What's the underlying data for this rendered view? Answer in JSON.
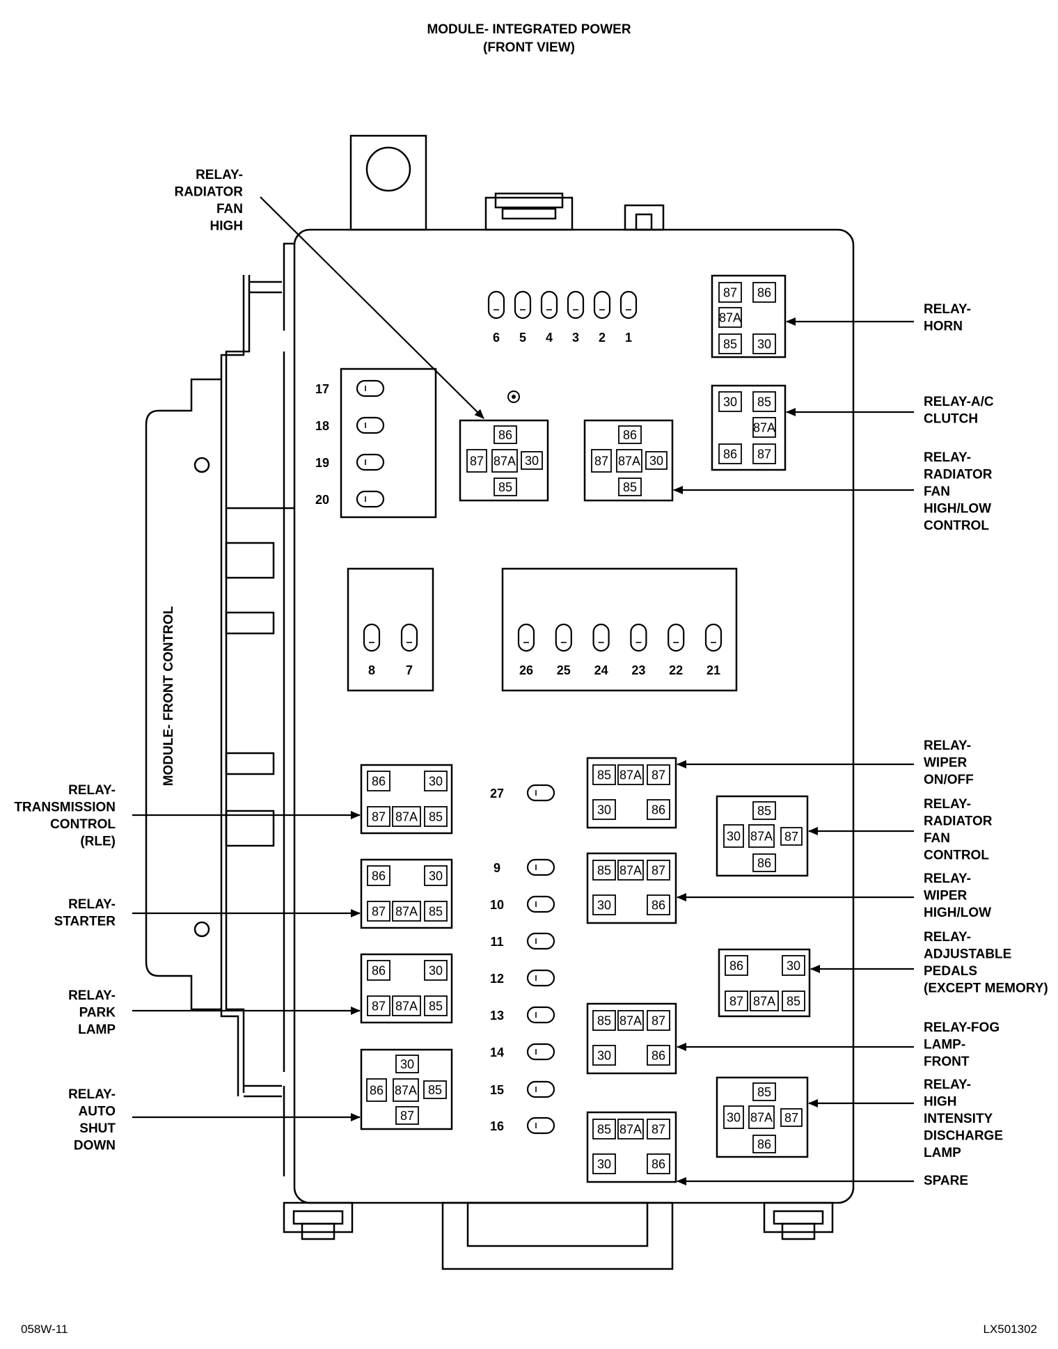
{
  "title": {
    "line1": "MODULE- INTEGRATED POWER",
    "line2": "(FRONT VIEW)"
  },
  "side_module_label": "MODULE- FRONT CONTROL",
  "footer": {
    "left": "058W-11",
    "right": "LX501302"
  },
  "fuse_numbers": {
    "top_row": [
      "6",
      "5",
      "4",
      "3",
      "2",
      "1"
    ],
    "left_column": [
      "17",
      "18",
      "19",
      "20"
    ],
    "pair": [
      "8",
      "7"
    ],
    "mid_row": [
      "26",
      "25",
      "24",
      "23",
      "22",
      "21"
    ],
    "center_column": [
      "27",
      "9",
      "10",
      "11",
      "12",
      "13",
      "14",
      "15",
      "16"
    ]
  },
  "relay_labels": {
    "radiator_fan_high": [
      "RELAY-",
      "RADIATOR",
      "FAN",
      "HIGH"
    ],
    "horn": [
      "RELAY-",
      "HORN"
    ],
    "ac_clutch": [
      "RELAY-A/C",
      "CLUTCH"
    ],
    "radiator_fan_high_low": [
      "RELAY-",
      "RADIATOR",
      "FAN",
      "HIGH/LOW",
      "CONTROL"
    ],
    "wiper_on_off": [
      "RELAY-",
      "WIPER",
      "ON/OFF"
    ],
    "radiator_fan_control": [
      "RELAY-",
      "RADIATOR",
      "FAN",
      "CONTROL"
    ],
    "wiper_high_low": [
      "RELAY-",
      "WIPER",
      "HIGH/LOW"
    ],
    "adjustable_pedals": [
      "RELAY-",
      "ADJUSTABLE",
      "PEDALS",
      "(EXCEPT MEMORY)"
    ],
    "fog_lamp_front": [
      "RELAY-FOG",
      "LAMP-",
      "FRONT"
    ],
    "high_intensity_discharge": [
      "RELAY-",
      "HIGH",
      "INTENSITY",
      "DISCHARGE",
      "LAMP"
    ],
    "spare": [
      "SPARE"
    ],
    "transmission_control": [
      "RELAY-",
      "TRANSMISSION",
      "CONTROL",
      "(RLE)"
    ],
    "starter": [
      "RELAY-",
      "STARTER"
    ],
    "park_lamp": [
      "RELAY-",
      "PARK",
      "LAMP"
    ],
    "auto_shut_down": [
      "RELAY-",
      "AUTO",
      "SHUT",
      "DOWN"
    ]
  },
  "relay_pins": {
    "horn": [
      "87",
      "86",
      "87A",
      "85",
      "30"
    ],
    "ac_clutch": [
      "30",
      "85",
      "87A",
      "86",
      "87"
    ],
    "rad_fan_high": [
      "86",
      "87",
      "87A",
      "30",
      "85"
    ],
    "rad_fan_high_low": [
      "86",
      "87",
      "87A",
      "30",
      "85"
    ],
    "wiper_on_off": [
      "85",
      "87A",
      "87",
      "30",
      "86"
    ],
    "rad_fan_control": [
      "85",
      "30",
      "87A",
      "87",
      "86"
    ],
    "wiper_high_low": [
      "85",
      "87A",
      "87",
      "30",
      "86"
    ],
    "adjustable_pedals": [
      "86",
      "30",
      "87",
      "87A",
      "85"
    ],
    "fog_lamp": [
      "85",
      "87A",
      "87",
      "30",
      "86"
    ],
    "hid_lamp": [
      "85",
      "30",
      "87A",
      "87",
      "86"
    ],
    "spare": [
      "85",
      "87A",
      "87",
      "30",
      "86"
    ],
    "transmission": [
      "86",
      "30",
      "87",
      "87A",
      "85"
    ],
    "starter": [
      "86",
      "30",
      "87",
      "87A",
      "85"
    ],
    "park_lamp": [
      "86",
      "30",
      "87",
      "87A",
      "85"
    ],
    "auto_shut_down": [
      "30",
      "86",
      "87A",
      "85",
      "87"
    ]
  }
}
